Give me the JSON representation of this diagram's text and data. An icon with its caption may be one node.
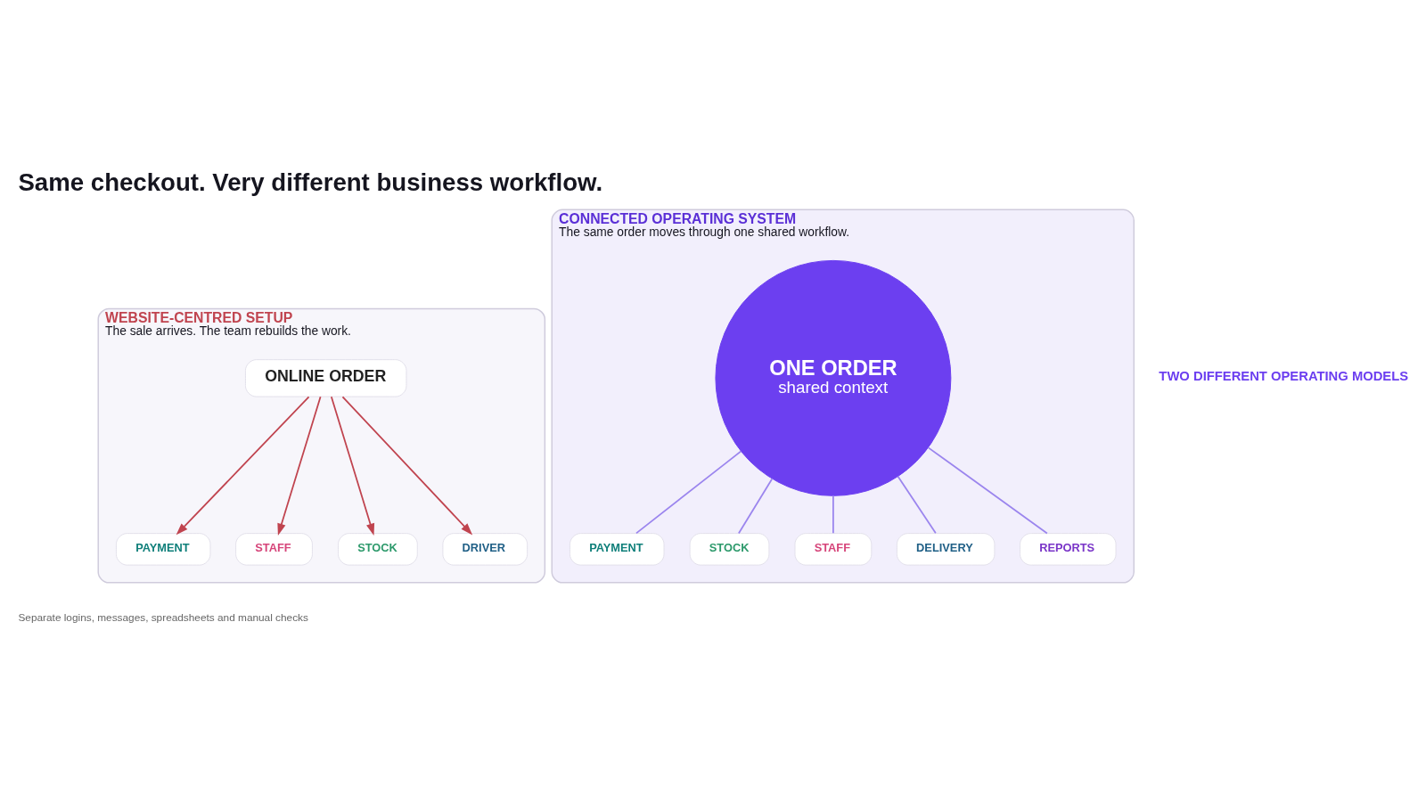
{
  "diagram": {
    "title": "Same checkout. Very different business workflow.",
    "nodes": [
      {
        "text": [
          "WEBSITE-CENTRED SETUP",
          "The sale arrives. The team rebuilds the work."
        ]
      },
      {
        "text": [
          "ONLINE ORDER"
        ],
        "in": 0
      },
      {
        "text": [
          "PAYMENT"
        ],
        "in": 0
      },
      {
        "text": [
          "STAFF"
        ],
        "in": 0
      },
      {
        "text": [
          "STOCK"
        ],
        "in": 0
      },
      {
        "text": [
          "DRIVER"
        ],
        "in": 0
      },
      {
        "text": [
          "CONNECTED OPERATING SYSTEM",
          "The same order moves through one shared workflow."
        ]
      },
      {
        "text": [
          "ONE ORDER",
          "shared context"
        ],
        "in": 6
      },
      {
        "text": [
          "PAYMENT"
        ],
        "in": 6
      },
      {
        "text": [
          "STOCK"
        ],
        "in": 6
      },
      {
        "text": [
          "STAFF"
        ],
        "in": 6
      },
      {
        "text": [
          "DELIVERY"
        ],
        "in": 6
      },
      {
        "text": [
          "REPORTS"
        ],
        "in": 6
      }
    ],
    "edges": [
      {
        "from": 1,
        "to": 2,
        "arrow": "to",
        "color": "#c0444f"
      },
      {
        "from": 1,
        "to": 3,
        "arrow": "to",
        "color": "#c0444f"
      },
      {
        "from": 1,
        "to": 4,
        "arrow": "to",
        "color": "#c0444f"
      },
      {
        "from": 1,
        "to": 5,
        "arrow": "to",
        "color": "#c0444f"
      },
      {
        "from": 7,
        "to": 8,
        "arrow": "none"
      },
      {
        "from": 7,
        "to": 9,
        "arrow": "none"
      },
      {
        "from": 7,
        "to": 10,
        "arrow": "none"
      },
      {
        "from": 7,
        "to": 11,
        "arrow": "none"
      },
      {
        "from": 7,
        "to": 12,
        "arrow": "none"
      }
    ],
    "labels": [
      "TWO DIFFERENT OPERATING MODELS",
      "Separate logins, messages, spreadsheets and manual checks"
    ]
  }
}
